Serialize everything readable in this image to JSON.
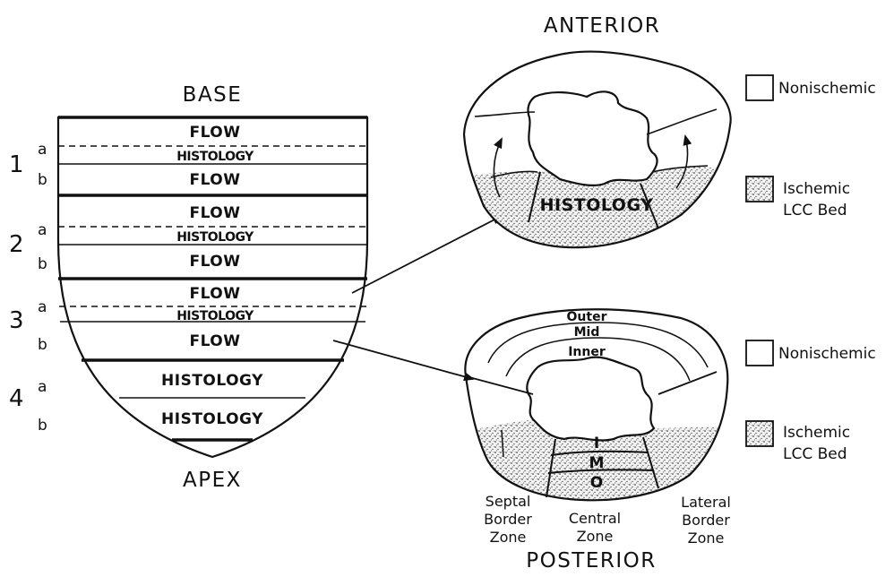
{
  "left_heart": {
    "base_label": "BASE",
    "apex_label": "APEX",
    "slice_numbers": [
      "1",
      "2",
      "3",
      "4"
    ],
    "sub_labels": [
      "a",
      "b"
    ],
    "slices": [
      {
        "text": "FLOW"
      },
      {
        "text": "HISTOLOGY"
      },
      {
        "text": "FLOW"
      },
      {
        "text": "FLOW"
      },
      {
        "text": "HISTOLOGY"
      },
      {
        "text": "FLOW"
      },
      {
        "text": "FLOW"
      },
      {
        "text": "HISTOLOGY"
      },
      {
        "text": "FLOW"
      },
      {
        "text": "HISTOLOGY"
      },
      {
        "text": "HISTOLOGY"
      }
    ]
  },
  "anterior_section": {
    "title": "ANTERIOR",
    "center_label": "HISTOLOGY"
  },
  "posterior_section": {
    "title": "POSTERIOR",
    "layers": [
      "Outer",
      "Mid",
      "Inner"
    ],
    "zone_letters": [
      "I",
      "M",
      "O"
    ],
    "zones": {
      "septal": [
        "Septal",
        "Border",
        "Zone"
      ],
      "central": [
        "Central",
        "Zone"
      ],
      "lateral": [
        "Lateral",
        "Border",
        "Zone"
      ]
    }
  },
  "legend": {
    "nonischemic": "Nonischemic",
    "ischemic_line1": "Ischemic",
    "ischemic_line2": "LCC Bed"
  },
  "colors": {
    "ink": "#111111",
    "stipple_dot": "#555555",
    "stipple_bg": "#f2f2f2"
  }
}
